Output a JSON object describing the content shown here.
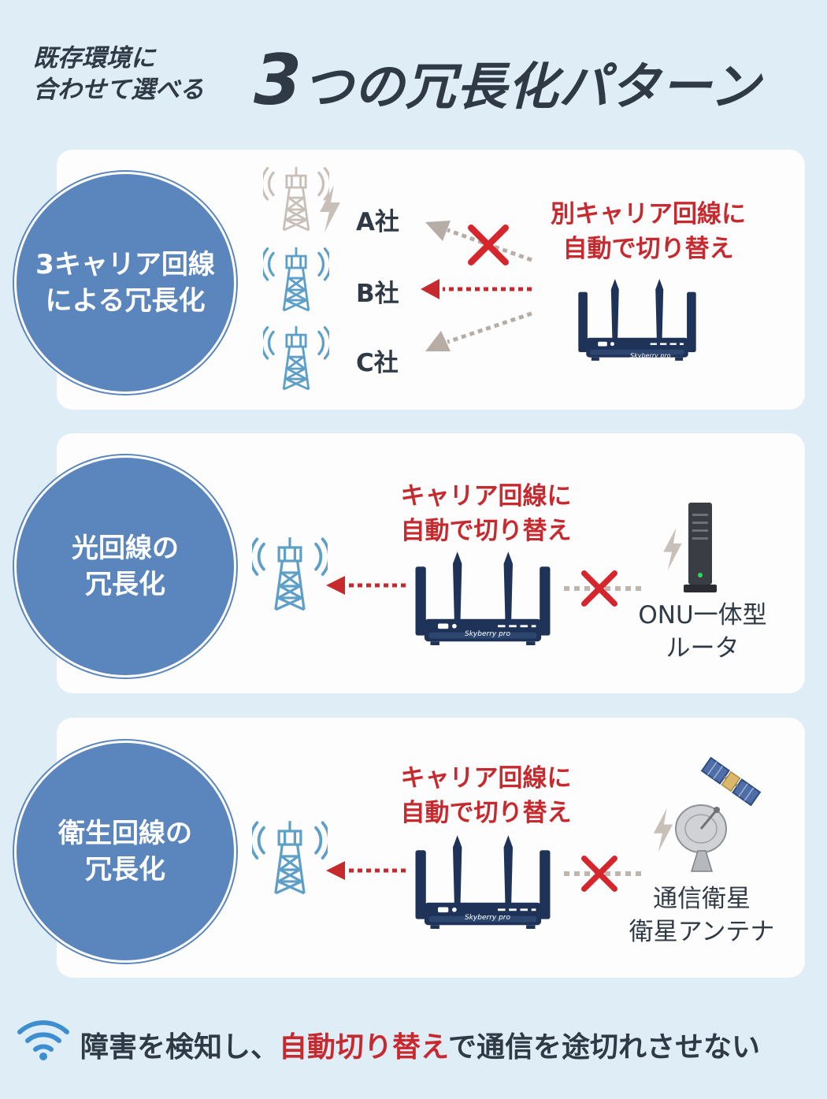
{
  "header": {
    "subtitle_line1": "既存環境に",
    "subtitle_line2": "合わせて選べる",
    "title_number": "3",
    "title_rest": "つの冗長化パターン"
  },
  "patterns": [
    {
      "circle_line1": "3キャリア回線",
      "circle_line2": "による冗長化",
      "switch_line1": "別キャリア回線に",
      "switch_line2": "自動で切り替え",
      "carriers": [
        "A社",
        "B社",
        "C社"
      ]
    },
    {
      "circle_line1": "光回線の",
      "circle_line2": "冗長化",
      "switch_line1": "キャリア回線に",
      "switch_line2": "自動で切り替え",
      "device_line1": "ONU一体型",
      "device_line2": "ルータ"
    },
    {
      "circle_line1": "衛生回線の",
      "circle_line2": "冗長化",
      "switch_line1": "キャリア回線に",
      "switch_line2": "自動で切り替え",
      "device_line1": "通信衛星",
      "device_line2": "衛星アンテナ"
    }
  ],
  "router_brand": "Skyberry pro",
  "footer": {
    "text_before": "障害を検知し、",
    "text_highlight": "自動切り替え",
    "text_after": "で通信を途切れさせない"
  },
  "colors": {
    "background": "#dfedf7",
    "circle": "#5b86bd",
    "accent_red": "#c62a2f",
    "router": "#1f3358",
    "tower": "#5d9fc6",
    "text": "#2f3a46"
  },
  "icons": [
    "cell-tower-icon",
    "lightning-icon",
    "router-icon",
    "onu-router-icon",
    "satellite-icon",
    "satellite-dish-icon",
    "wifi-icon",
    "cross-icon",
    "arrow-icon"
  ]
}
